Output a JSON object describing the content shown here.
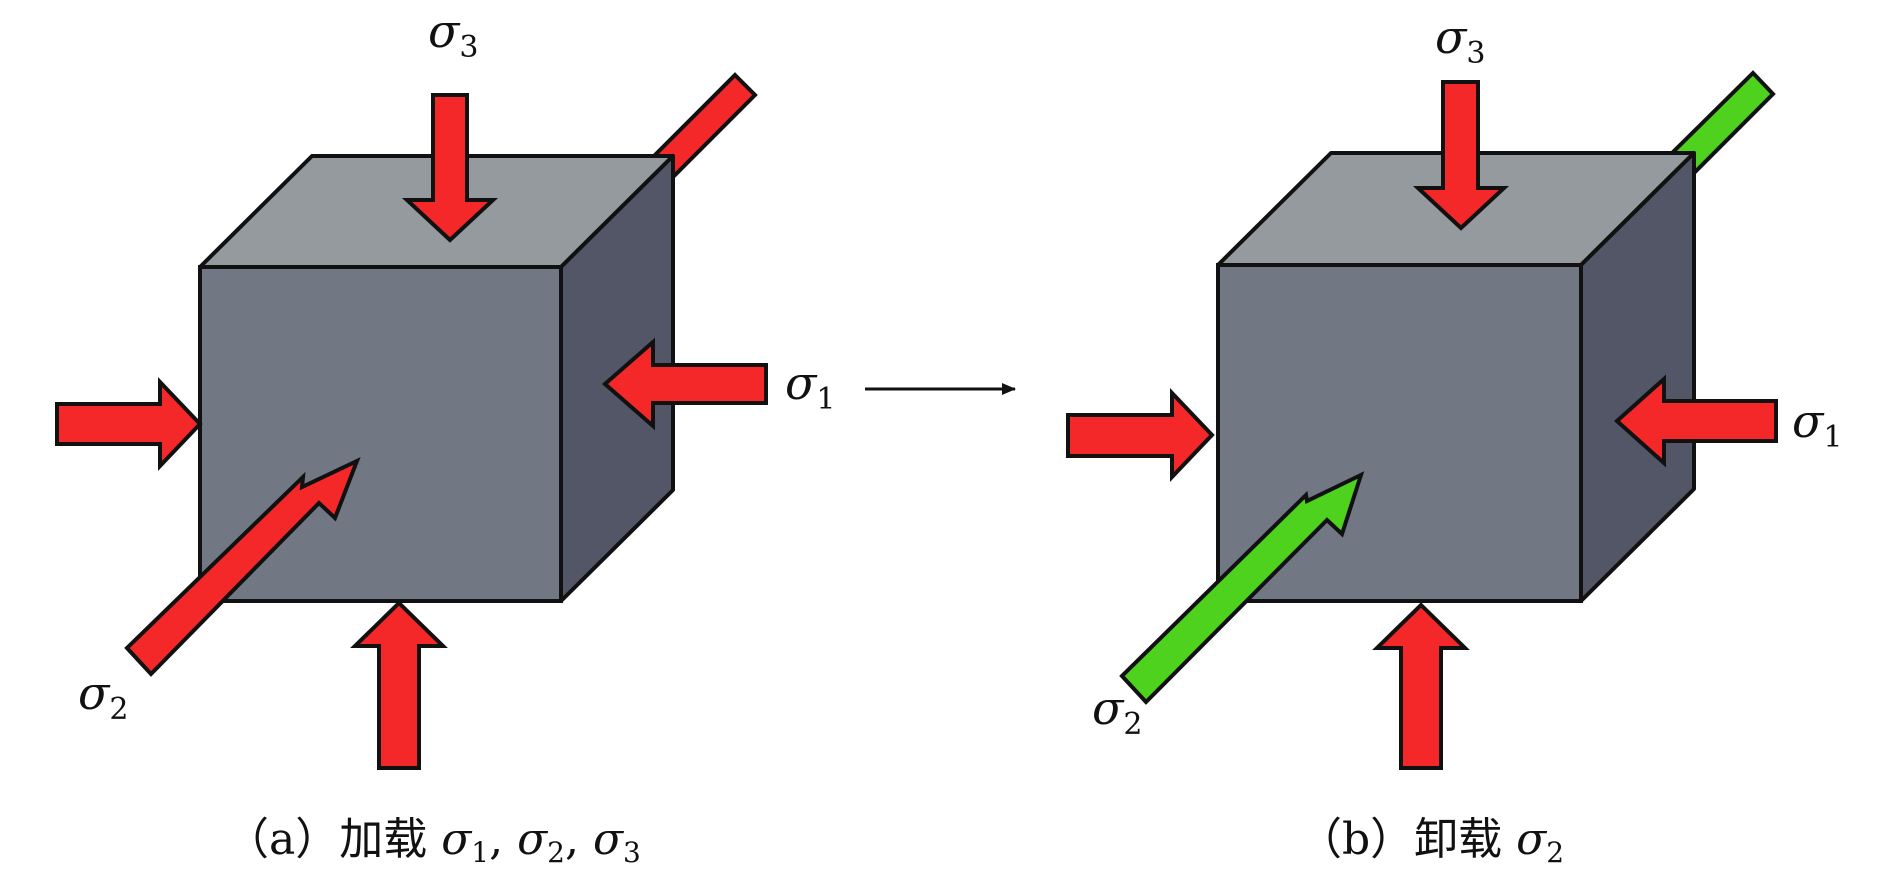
{
  "colors": {
    "loaded_arrow": "#f42828",
    "unloaded_arrow": "#4ed21e",
    "cube_front": "#727883",
    "cube_top": "#959a9f",
    "cube_side": "#525666",
    "outline": "#111111"
  },
  "panel_a": {
    "labels": {
      "s3": "σ",
      "s3_sub": "3",
      "s1": "σ",
      "s1_sub": "1",
      "s2": "σ",
      "s2_sub": "2"
    },
    "caption": {
      "prefix": "（a）加载 ",
      "s": "σ",
      "sub1": "1",
      "sep1": ", ",
      "s_b": "σ",
      "sub2": "2",
      "sep2": ", ",
      "s_c": "σ",
      "sub3": "3"
    }
  },
  "panel_b": {
    "labels": {
      "s3": "σ",
      "s3_sub": "3",
      "s1": "σ",
      "s1_sub": "1",
      "s2": "σ",
      "s2_sub": "2"
    },
    "caption": {
      "prefix": "（b）卸载 ",
      "s": "σ",
      "sub": "2"
    }
  }
}
